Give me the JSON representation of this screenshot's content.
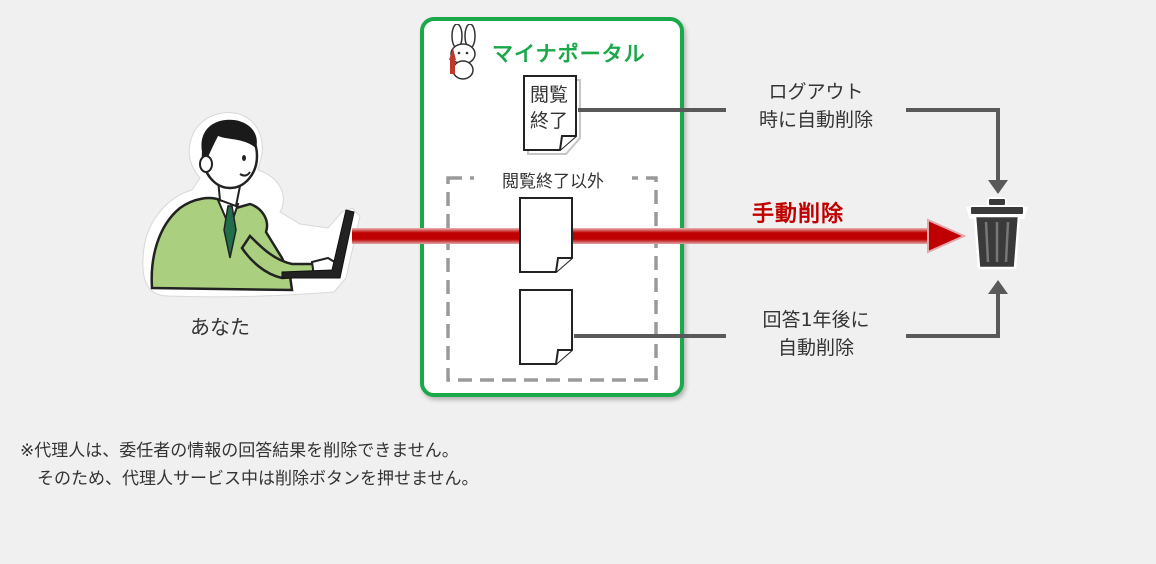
{
  "portal": {
    "title": "マイナポータル",
    "doc_viewed_line1": "閲覧",
    "doc_viewed_line2": "終了",
    "other_label": "閲覧終了以外"
  },
  "person": {
    "label": "あなた"
  },
  "flows": {
    "logout_line1": "ログアウト",
    "logout_line2": "時に自動削除",
    "manual": "手動削除",
    "after_year_line1": "回答1年後に",
    "after_year_line2": "自動削除"
  },
  "notes": {
    "line1": "※代理人は、委任者の情報の回答結果を削除できません。",
    "line2": "　そのため、代理人サービス中は削除ボタンを押せません。"
  },
  "colors": {
    "portal_green": "#1aa84a",
    "manual_red": "#c00000",
    "connector_gray": "#595959",
    "person_jacket": "#a9cf7f"
  },
  "icons": [
    "rabbit-mascot-icon",
    "document-icon",
    "trash-can-icon",
    "person-laptop-icon"
  ]
}
